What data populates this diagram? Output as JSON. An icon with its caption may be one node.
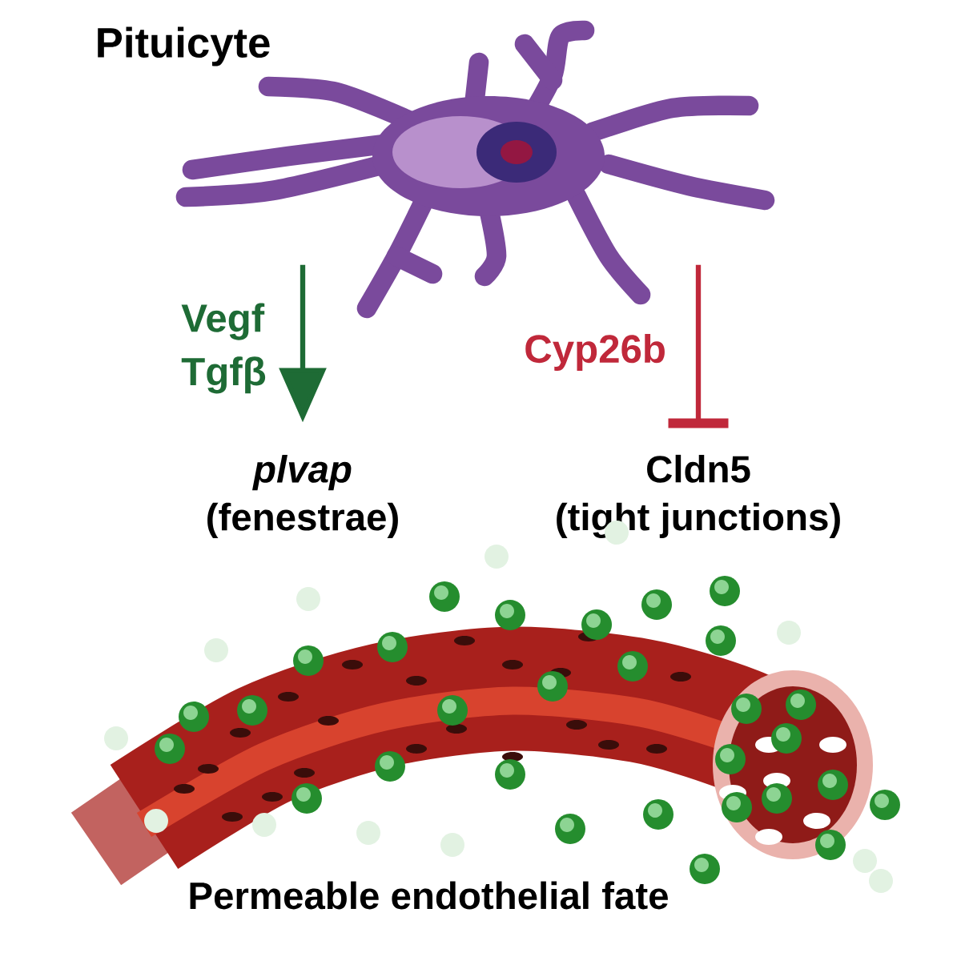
{
  "diagram": {
    "nodes": [
      {
        "text": [
          "Pituicyte"
        ]
      },
      {
        "text": [
          "plvap",
          "(fenestrae)"
        ]
      },
      {
        "text": [
          "Cldn5",
          "(tight junctions)"
        ]
      }
    ],
    "edges": [
      {
        "from": 0,
        "to": 1,
        "arrow": "to",
        "label": "Vegf Tgfβ",
        "color": "#1e6b35"
      },
      {
        "from": 0,
        "to": 2,
        "arrow": "other",
        "label": "Cyp26b",
        "color": "#c0283a"
      }
    ],
    "labels": [
      "Permeable endothelial fate"
    ]
  }
}
